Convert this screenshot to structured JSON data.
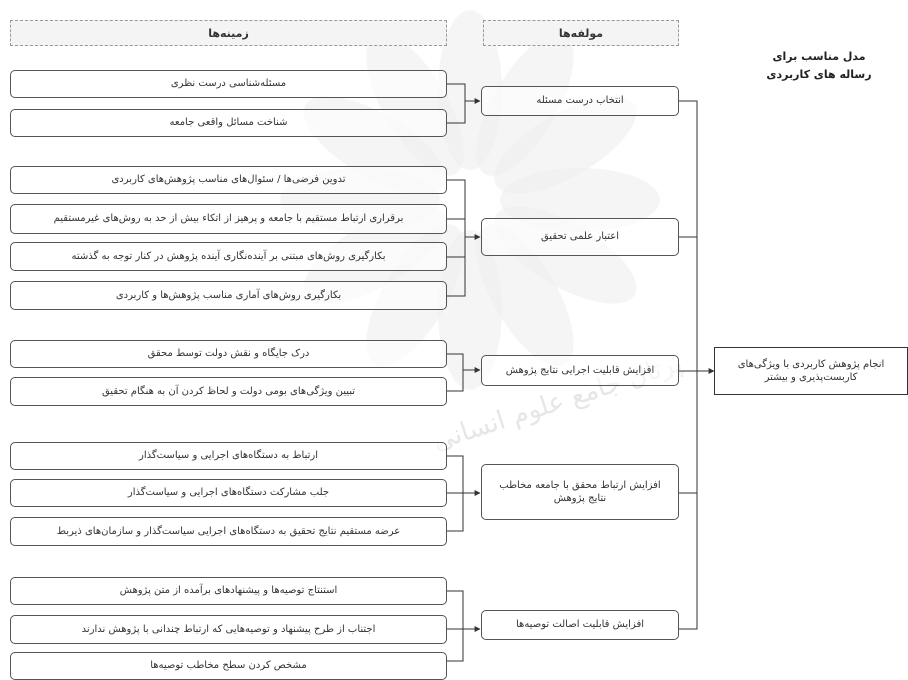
{
  "header": {
    "contexts_label": "زمینه‌ها",
    "components_label": "مولفه‌ها"
  },
  "title_note": {
    "line1": "مدل مناسب برای",
    "line2": "رساله های کاربردی"
  },
  "contexts": [
    "مسئله‌شناسی درست نظری",
    "شناخت مسائل واقعی جامعه",
    "تدوین فرضی‌ها / سئوال‌های مناسب پژوهش‌های کاربردی",
    "برقراری ارتباط مستقیم با جامعه و پرهیز از اتکاء بیش از حد به روش‌های غیرمستقیم",
    "بکارگیری روش‌های مبتنی بر آینده‌نگاری آینده پژوهش در کنار توجه به گذشته",
    "بکارگیری روش‌های آماری مناسب پژوهش‌ها و کاربردی",
    "درک جایگاه و نقش دولت توسط محقق",
    "تبیین ویژگی‌های بومی دولت و لحاظ کردن آن به هنگام تحقیق",
    "ارتباط به دستگاه‌های اجرایی و سیاست‌گذار",
    "جلب مشارکت دستگاه‌های اجرایی و سیاست‌گذار",
    "عرضه مستقیم نتایج تحقیق به دستگاه‌های اجرایی سیاست‌گذار و سازمان‌های ذیربط",
    "استنتاج توصیه‌ها و پیشنهادهای برآمده از متن پژوهش",
    "اجتناب از طرح پیشنهاد و توصیه‌هایی که ارتباط چندانی با پژوهش ندارند",
    "مشخص کردن سطح مخاطب توصیه‌ها"
  ],
  "components": [
    "انتخاب درست مسئله",
    "اعتبار علمی تحقیق",
    "افزایش قابلیت اجرایی نتایج پژوهش",
    "افزایش ارتباط محقق با جامعه مخاطب نتایج پژوهش",
    "افزایش قابلیت اصالت توصیه‌ها"
  ],
  "outcome": "انجام پژوهش کاربردی با ویژگی‌های کاربست‌پذیری و بیشتر",
  "watermark_text": "پرتال جامع علوم انسانی"
}
